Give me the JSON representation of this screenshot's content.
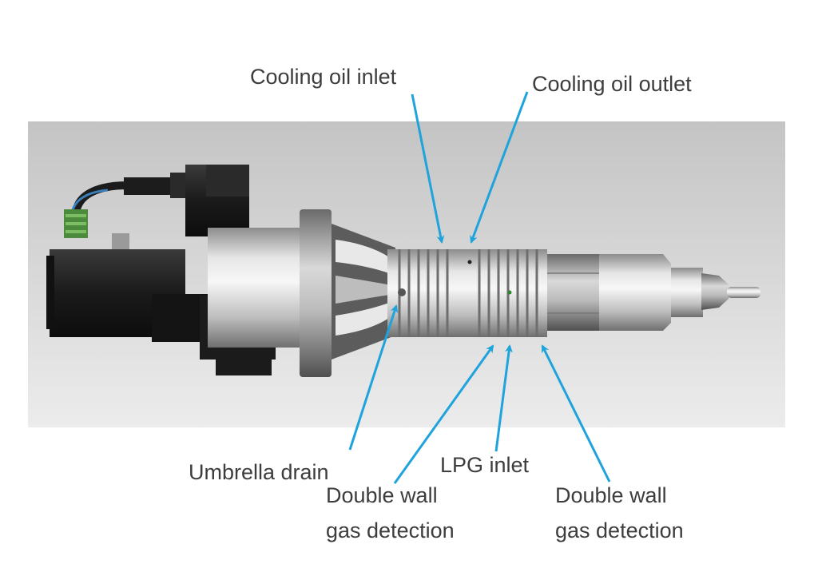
{
  "labels": {
    "cooling_oil_inlet": "Cooling oil inlet",
    "cooling_oil_outlet": "Cooling oil outlet",
    "umbrella_drain": "Umbrella drain",
    "lpg_inlet": "LPG inlet",
    "double_wall_left_line1": "Double wall",
    "double_wall_left_line2": "gas detection",
    "double_wall_right_line1": "Double wall",
    "double_wall_right_line2": "gas detection"
  },
  "colors": {
    "arrow": "#1ea3dc",
    "label_text": "#3d3d3d",
    "panel_background": "#d6d6d6",
    "body_metal": "#cfcfcf",
    "motor_black": "#1e1e1e"
  }
}
